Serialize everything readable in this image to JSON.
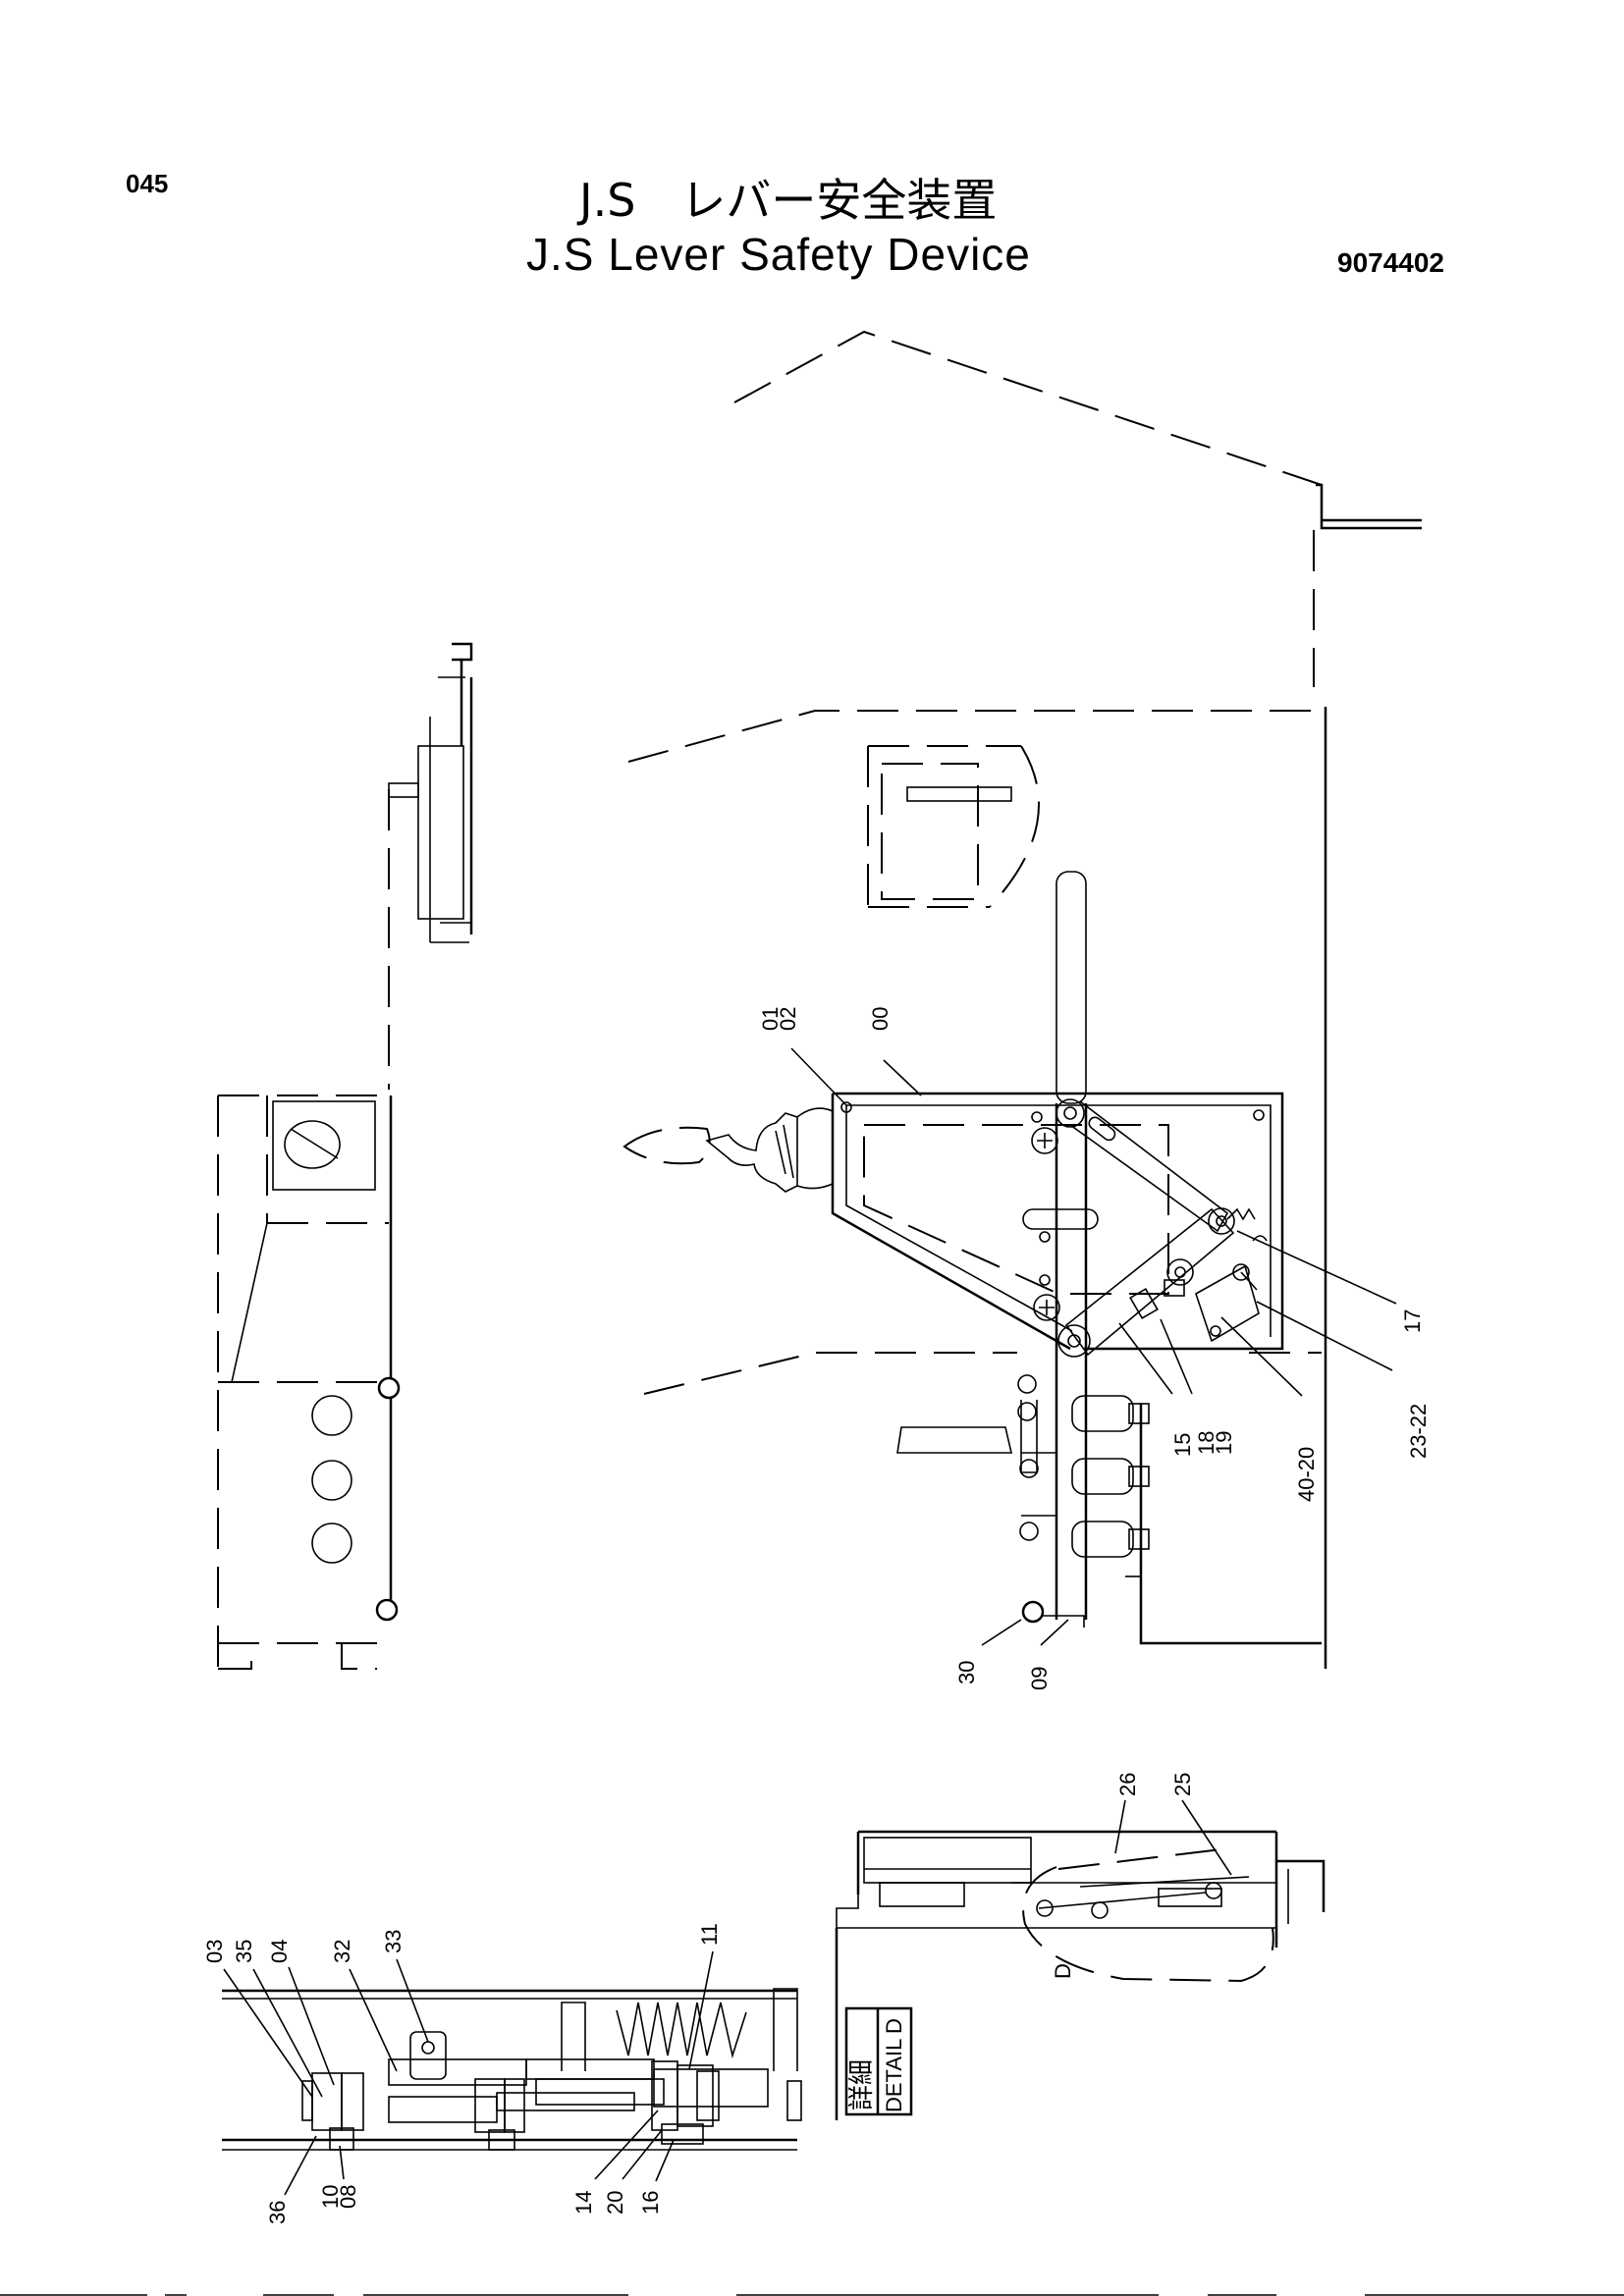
{
  "header": {
    "page_number": "045",
    "title_ja": "J.S　レバー安全装置",
    "title_en": "J.S  Lever  Safety  Device",
    "drawing_number": "9074402"
  },
  "callouts": {
    "c01": "01",
    "c02": "02",
    "c00": "00",
    "c17": "17",
    "c23_22": "23-22",
    "c40_20": "40-20",
    "c18": "18",
    "c19": "19",
    "c15": "15",
    "c30": "30",
    "c09": "09",
    "c26": "26",
    "c25": "25",
    "cD": "D",
    "c03": "03",
    "c35": "35",
    "c04": "04",
    "c32": "32",
    "c33": "33",
    "c11": "11",
    "c36": "36",
    "c10": "10",
    "c08": "08",
    "c14": "14",
    "c20": "20",
    "c16": "16"
  },
  "detail_box": {
    "label_ja": "詳細",
    "label_en": "DETAIL",
    "letter": "D"
  }
}
